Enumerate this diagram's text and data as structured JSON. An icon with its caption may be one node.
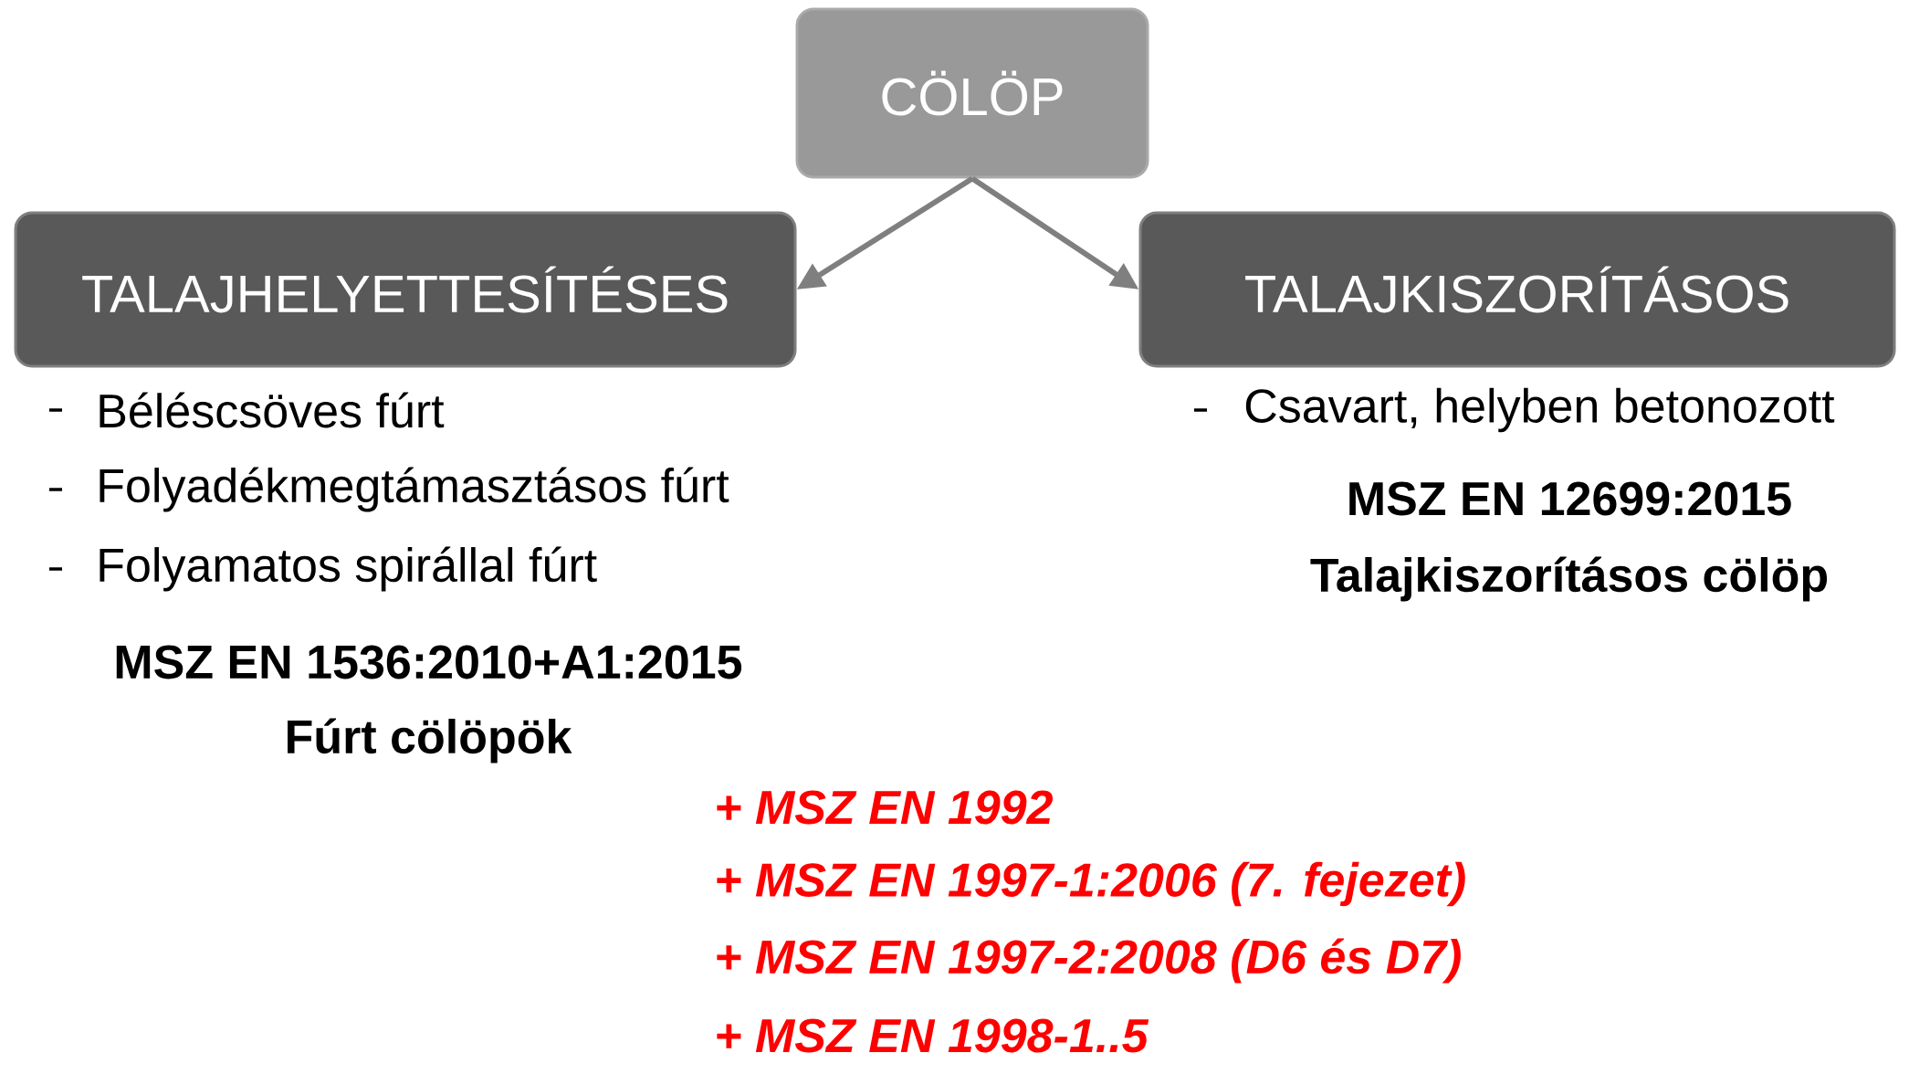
{
  "diagram": {
    "nodes": [
      {
        "text": [
          "CÖLÖP"
        ]
      },
      {
        "text": [
          "TALAJHELYETTESÍTÉSES"
        ]
      },
      {
        "text": [
          "TALAJKISZORÍTÁSOS"
        ]
      }
    ],
    "edges": [
      {
        "from": 0,
        "to": 1,
        "arrow": "to"
      },
      {
        "from": 0,
        "to": 2,
        "arrow": "to"
      }
    ],
    "labels": [
      "Béléscsöves fúrt",
      "Folyadékmegtámasztásos fúrt",
      "Folyamatos spirállal fúrt",
      "MSZ EN 1536:2010+A1:2015",
      "Fúrt cölöpök",
      "Csavart, helyben betonozott",
      "MSZ EN 12699:2015",
      "Talajkiszorításos cölöp",
      "+ MSZ EN 1992",
      "+ MSZ EN 1997-1:2006 (7. fejezet)",
      "+ MSZ EN 1997-2:2008 (D6 és D7)",
      "+ MSZ EN 1998-1..5"
    ]
  }
}
